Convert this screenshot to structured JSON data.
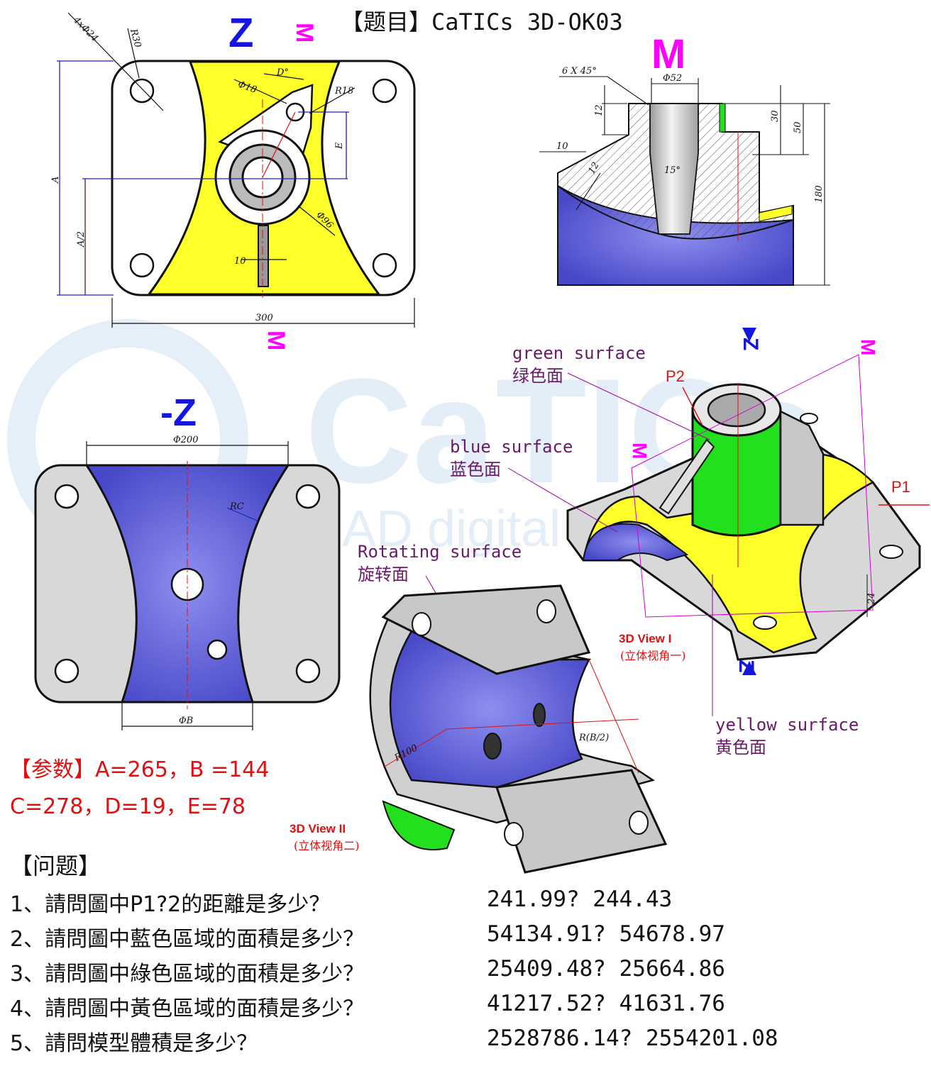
{
  "title": "【题目】CaTICs 3D-OK03",
  "watermark": {
    "brand": "CaTICs",
    "tagline": "CAD digital competition"
  },
  "view_labels": {
    "z": "Z",
    "neg_z": "-Z",
    "m": "M",
    "p1": "P1",
    "p2": "P2",
    "view1": "3D View I",
    "view1_cn": "(立体视角一)",
    "view2": "3D View II",
    "view2_cn": "(立体视角二)"
  },
  "surfaces": {
    "green_en": "green surface",
    "green_cn": "绿色面",
    "blue_en": "blue surface",
    "blue_cn": "蓝色面",
    "rot_en": "Rotating surface",
    "rot_cn": "旋转面",
    "yellow_en": "yellow surface",
    "yellow_cn": "黄色面"
  },
  "dimensions": {
    "holes": "4xΦ24",
    "r30": "R30",
    "d_angle": "D°",
    "phi18": "Φ18",
    "r18": "R18",
    "e": "E",
    "a": "A",
    "a_half": "A/2",
    "phi96": "Φ96",
    "ten": "10",
    "w300": "300",
    "chamfer": "6 X 45°",
    "phi52": "Φ52",
    "h12": "12",
    "h30": "30",
    "h50": "50",
    "w10": "10",
    "t12": "12",
    "ang15": "15°",
    "h180": "180",
    "phi200": "Φ200",
    "rc": "RC",
    "phi_b": "ΦB",
    "r100": "R100",
    "r_b2": "R(B/2)",
    "h24": "24"
  },
  "params": {
    "line1": "【参数】A=265，B =144",
    "line2": "C=278，D=19，E=78"
  },
  "questions": {
    "header": "【问题】",
    "items": [
      {
        "q": "1、請問圖中P1?2的距離是多少？",
        "a": "241.99? 244.43"
      },
      {
        "q": "2、請問圖中藍色區域的面積是多少？",
        "a": "54134.91? 54678.97"
      },
      {
        "q": "3、請問圖中綠色區域的面積是多少？",
        "a": "25409.48? 25664.86"
      },
      {
        "q": "4、請問圖中黃色區域的面積是多少？",
        "a": "41217.52? 41631.76"
      },
      {
        "q": "5、請問模型體積是多少？",
        "a": "2528786.14? 2554201.08"
      }
    ]
  },
  "colors": {
    "yellow": "#ffff2a",
    "blue": "#5b5bd6",
    "green": "#22e01e",
    "gray": "#d8d8d8",
    "magenta": "#ff00ff",
    "zblue": "#1515e0",
    "red": "#e01010",
    "purple": "#6a1a6a"
  }
}
